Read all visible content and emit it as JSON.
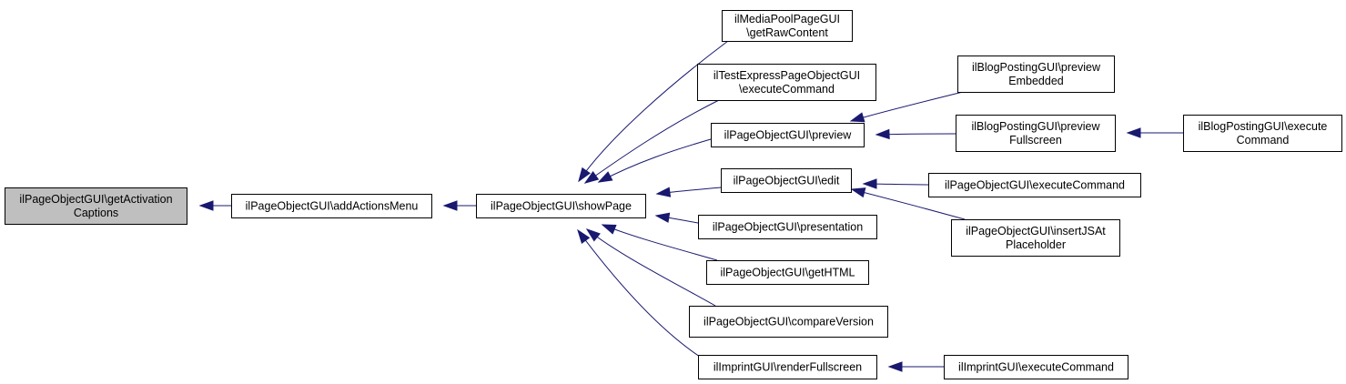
{
  "colors": {
    "edge": "#191970",
    "root_fill": "#bfbfbf",
    "node_fill": "#ffffff",
    "border": "#000000"
  },
  "nodes": [
    {
      "id": "n0",
      "lines": [
        "ilPageObjectGUI\\getActivation",
        "Captions"
      ],
      "root": true
    },
    {
      "id": "n1",
      "lines": [
        "ilPageObjectGUI\\addActionsMenu"
      ]
    },
    {
      "id": "n2",
      "lines": [
        "ilPageObjectGUI\\showPage"
      ]
    },
    {
      "id": "n3",
      "lines": [
        "ilMediaPoolPageGUI",
        "\\getRawContent"
      ]
    },
    {
      "id": "n4",
      "lines": [
        "ilTestExpressPageObjectGUI",
        "\\executeCommand"
      ]
    },
    {
      "id": "n5",
      "lines": [
        "ilPageObjectGUI\\preview"
      ]
    },
    {
      "id": "n6",
      "lines": [
        "ilPageObjectGUI\\edit"
      ]
    },
    {
      "id": "n7",
      "lines": [
        "ilPageObjectGUI\\presentation"
      ]
    },
    {
      "id": "n8",
      "lines": [
        "ilPageObjectGUI\\getHTML"
      ]
    },
    {
      "id": "n9",
      "lines": [
        "ilPageObjectGUI\\compareVersion"
      ]
    },
    {
      "id": "n10",
      "lines": [
        "ilImprintGUI\\renderFullscreen"
      ]
    },
    {
      "id": "n11",
      "lines": [
        "ilBlogPostingGUI\\preview",
        "Embedded"
      ]
    },
    {
      "id": "n12",
      "lines": [
        "ilBlogPostingGUI\\preview",
        "Fullscreen"
      ]
    },
    {
      "id": "n13",
      "lines": [
        "ilBlogPostingGUI\\execute",
        "Command"
      ]
    },
    {
      "id": "n14",
      "lines": [
        "ilPageObjectGUI\\executeCommand"
      ]
    },
    {
      "id": "n15",
      "lines": [
        "ilPageObjectGUI\\insertJSAt",
        "Placeholder"
      ]
    },
    {
      "id": "n16",
      "lines": [
        "ilImprintGUI\\executeCommand"
      ]
    }
  ],
  "edges": [
    {
      "from": "n1",
      "to": "n0"
    },
    {
      "from": "n2",
      "to": "n1"
    },
    {
      "from": "n3",
      "to": "n2"
    },
    {
      "from": "n4",
      "to": "n2"
    },
    {
      "from": "n5",
      "to": "n2"
    },
    {
      "from": "n6",
      "to": "n2"
    },
    {
      "from": "n7",
      "to": "n2"
    },
    {
      "from": "n8",
      "to": "n2"
    },
    {
      "from": "n9",
      "to": "n2"
    },
    {
      "from": "n10",
      "to": "n2"
    },
    {
      "from": "n11",
      "to": "n5"
    },
    {
      "from": "n12",
      "to": "n5"
    },
    {
      "from": "n13",
      "to": "n12"
    },
    {
      "from": "n14",
      "to": "n6"
    },
    {
      "from": "n15",
      "to": "n6"
    },
    {
      "from": "n16",
      "to": "n10"
    }
  ]
}
